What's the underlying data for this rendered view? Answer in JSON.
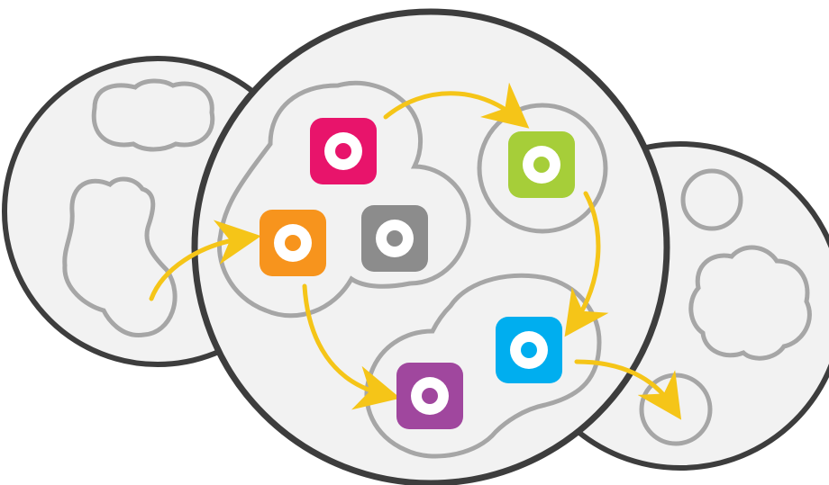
{
  "colors": {
    "circle_stroke": "#3d3d3d",
    "circle_fill": "#f2f2f2",
    "region_stroke": "#a6a6a6",
    "region_fill": "#f2f2f2",
    "arrow": "#f5c518",
    "node_inner": "#ffffff"
  },
  "nodes": [
    {
      "id": "pink",
      "color": "#e8146b"
    },
    {
      "id": "orange",
      "color": "#f7941d"
    },
    {
      "id": "gray",
      "color": "#8c8c8c"
    },
    {
      "id": "green",
      "color": "#a6ce39"
    },
    {
      "id": "blue",
      "color": "#00aeef"
    },
    {
      "id": "purple",
      "color": "#a0479e"
    }
  ],
  "edges": [
    {
      "from": "left-circle",
      "to": "orange"
    },
    {
      "from": "pink",
      "to": "green"
    },
    {
      "from": "green",
      "to": "blue"
    },
    {
      "from": "orange",
      "to": "purple"
    },
    {
      "from": "blue",
      "to": "right-circle"
    }
  ]
}
